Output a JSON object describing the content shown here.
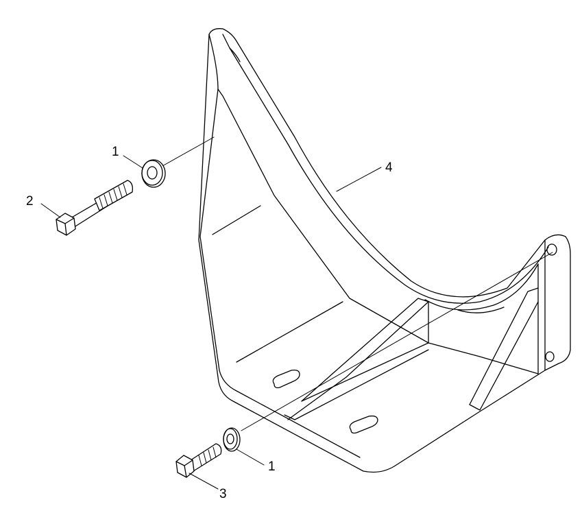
{
  "callouts": [
    {
      "id": "washer-top",
      "label": "1"
    },
    {
      "id": "bolt-long",
      "label": "2"
    },
    {
      "id": "washer-bottom",
      "label": "1"
    },
    {
      "id": "bolt-short",
      "label": "3"
    },
    {
      "id": "bracket",
      "label": "4"
    }
  ],
  "colors": {
    "line": "#000000",
    "background": "#ffffff"
  }
}
